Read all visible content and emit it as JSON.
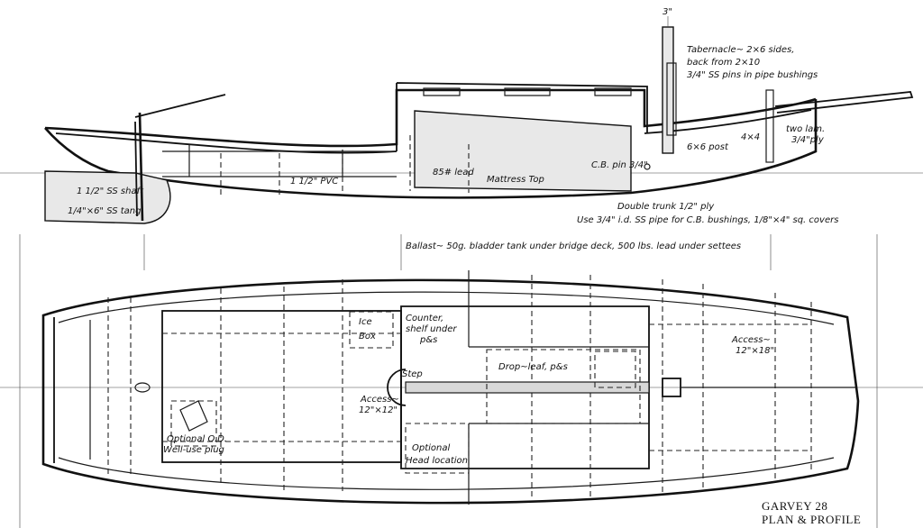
{
  "title": {
    "line1": "GARVEY 28",
    "line2": "PLAN & PROFILE"
  },
  "profile_notes": {
    "mast_dim": "3\"",
    "tabernacle_1": "Tabernacle~ 2×6 sides,",
    "tabernacle_2": "back from 2×10",
    "tabernacle_3": "3/4\" SS pins in pipe bushings",
    "post": "6×6 post",
    "four_by_four": "4×4",
    "two_lam_1": "two lam.",
    "two_lam_2": "3/4\"ply",
    "cb_pin": "C.B. pin 3/4\"",
    "lead": "85# lead",
    "mattress": "Mattress Top",
    "pvc": "1 1/2\" PVC",
    "ss_shaft": "1 1/2\" SS shaft",
    "ss_tang": "1/4\"×6\" SS tang",
    "double_trunk": "Double trunk 1/2\" ply",
    "bushings": "Use 3/4\" i.d. SS pipe for C.B. bushings, 1/8\"×4\" sq. covers"
  },
  "ballast_note": "Ballast~ 50g. bladder tank under bridge deck, 500 lbs. lead under settees",
  "plan_notes": {
    "ice_box_1": "Ice",
    "ice_box_2": "Box",
    "counter_1": "Counter,",
    "counter_2": "shelf under",
    "counter_3": "p&s",
    "step": "Step",
    "drop_leaf": "Drop~leaf, p&s",
    "access_fwd_1": "Access~",
    "access_fwd_2": "12\"×18\"",
    "access_aft_1": "Access~",
    "access_aft_2": "12\"×12\"",
    "optional_od_1": "Optional O.D.",
    "optional_od_2": "Well-use plug",
    "optional_head_1": "Optional",
    "optional_head_2": "Head location"
  }
}
